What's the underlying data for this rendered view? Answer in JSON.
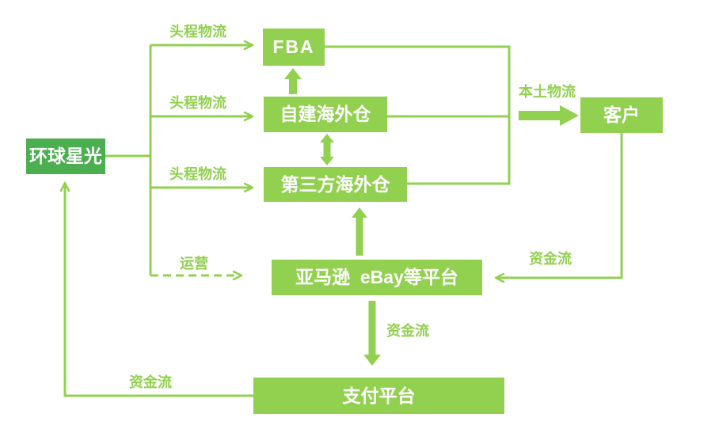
{
  "diagram": {
    "colors": {
      "node_fill_light": "#92d050",
      "node_fill_dark": "#4bae4f",
      "node_text": "#ffffff",
      "line": "#92d050"
    },
    "nodes": {
      "company": {
        "label": "环球星光"
      },
      "fba": {
        "label": "FBA"
      },
      "own_warehouse": {
        "label": "自建海外仓"
      },
      "third_party_warehouse": {
        "label": "第三方海外仓"
      },
      "customer": {
        "label": "客户"
      },
      "platforms": {
        "label": "亚马逊  eBay等平台"
      },
      "payment": {
        "label": "支付平台"
      }
    },
    "edge_labels": {
      "first_leg_1": "头程物流",
      "first_leg_2": "头程物流",
      "first_leg_3": "头程物流",
      "operation": "运营",
      "local_logistics": "本土物流",
      "capital_flow_right": "资金流",
      "capital_flow_mid": "资金流",
      "capital_flow_bottom": "资金流"
    }
  }
}
